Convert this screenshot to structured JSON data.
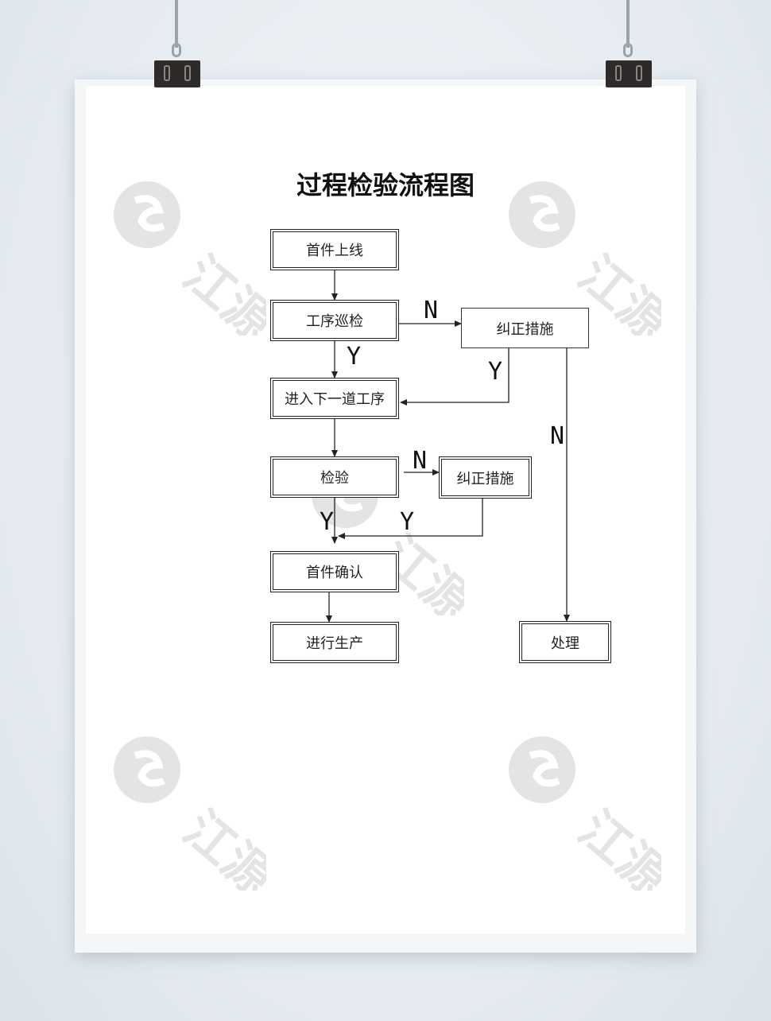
{
  "title": "过程检验流程图",
  "watermark_text": "江源",
  "nodes": {
    "first_online": "首件上线",
    "patrol_inspection": "工序巡检",
    "corrective_1": "纠正措施",
    "next_process": "进入下一道工序",
    "inspection": "检验",
    "corrective_2": "纠正措施",
    "first_confirm": "首件确认",
    "production": "进行生产",
    "handling": "处理"
  },
  "edge_labels": {
    "n1": "N",
    "y1": "Y",
    "y_corr1": "Y",
    "n_long": "N",
    "n2": "N",
    "y2": "Y",
    "y_corr2": "Y"
  },
  "colors": {
    "line": "#222222",
    "background": "#ffffff"
  }
}
